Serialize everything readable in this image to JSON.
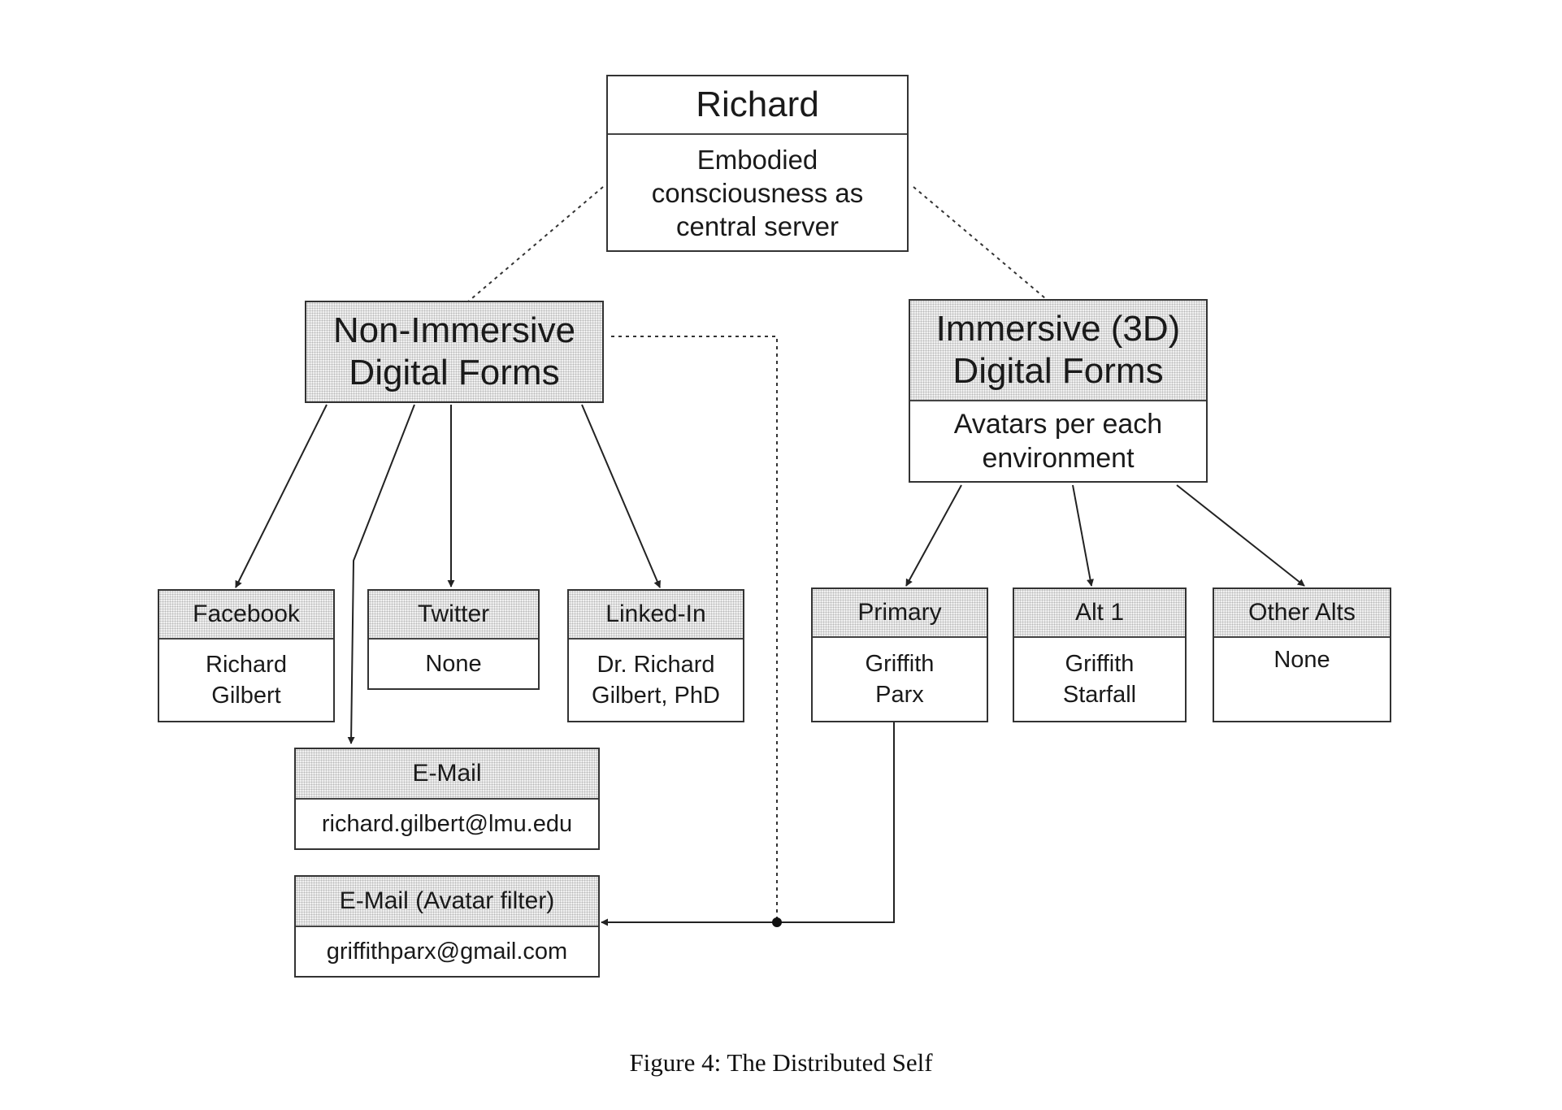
{
  "diagram": {
    "root": {
      "title": "Richard",
      "body": "Embodied\nconsciousness as\ncentral server"
    },
    "non_immersive": {
      "title": "Non-Immersive\nDigital Forms"
    },
    "immersive": {
      "title": "Immersive (3D)\nDigital Forms",
      "body": "Avatars per each\nenvironment"
    },
    "facebook": {
      "title": "Facebook",
      "body": "Richard\nGilbert"
    },
    "twitter": {
      "title": "Twitter",
      "body": "None"
    },
    "linkedin": {
      "title": "Linked-In",
      "body": "Dr. Richard\nGilbert, PhD"
    },
    "email": {
      "title": "E-Mail",
      "body": "richard.gilbert@lmu.edu"
    },
    "email_avatar": {
      "title": "E-Mail (Avatar filter)",
      "body": "griffithparx@gmail.com"
    },
    "primary": {
      "title": "Primary",
      "body": "Griffith\nParx"
    },
    "alt1": {
      "title": "Alt 1",
      "body": "Griffith\nStarfall"
    },
    "other_alts": {
      "title": "Other Alts",
      "body": "None"
    }
  },
  "caption": "Figure 4: The Distributed Self"
}
